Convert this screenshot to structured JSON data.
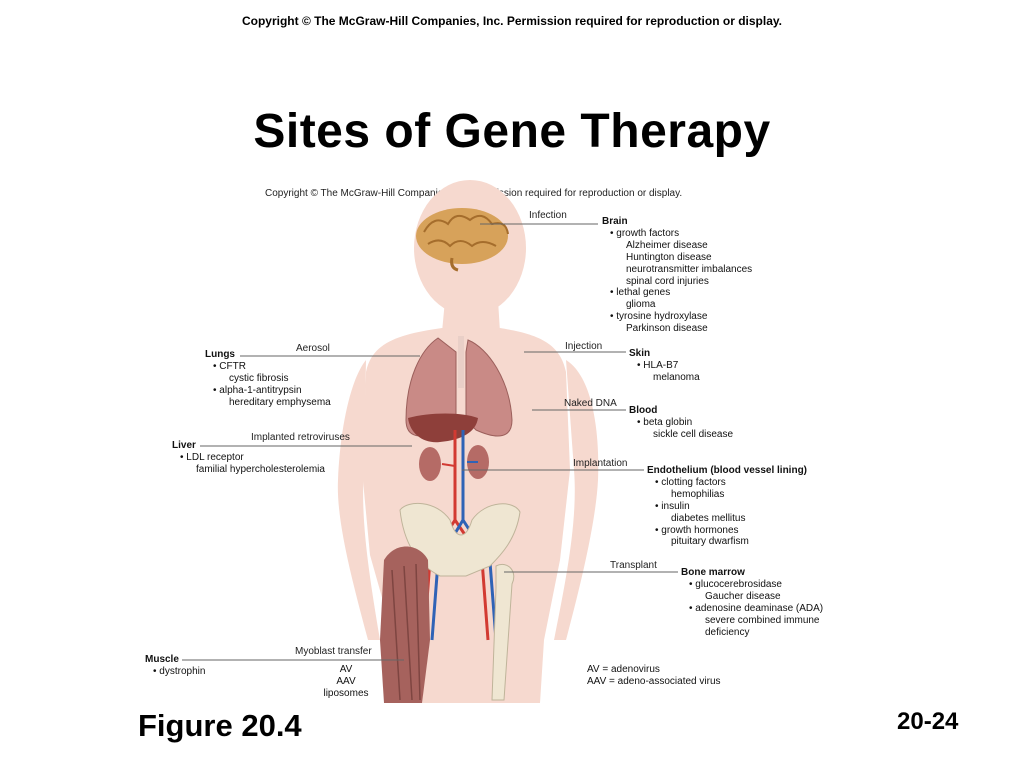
{
  "header": {
    "copyright": "Copyright  © The McGraw-Hill Companies, Inc.  Permission required for reproduction or display.",
    "title": "Sites of Gene Therapy"
  },
  "figure": {
    "copyright": "Copyright © The McGraw-Hill Companies, Inc. Permission required for reproduction or display."
  },
  "sites": {
    "brain": {
      "method": "Infection",
      "name": "Brain",
      "lines": [
        "• growth factors",
        "Alzheimer disease",
        "Huntington disease",
        "neurotransmitter imbalances",
        "spinal cord injuries",
        "• lethal genes",
        "glioma",
        "• tyrosine hydroxylase",
        "Parkinson disease"
      ]
    },
    "skin": {
      "method": "Injection",
      "name": "Skin",
      "lines": [
        "• HLA-B7",
        "melanoma"
      ]
    },
    "blood": {
      "method": "Naked DNA",
      "name": "Blood",
      "lines": [
        "• beta globin",
        "sickle cell disease"
      ]
    },
    "endothelium": {
      "method": "Implantation",
      "name": "Endothelium (blood vessel lining)",
      "lines": [
        "• clotting factors",
        "hemophilias",
        "• insulin",
        "diabetes mellitus",
        "• growth hormones",
        "pituitary dwarfism"
      ]
    },
    "bone_marrow": {
      "method": "Transplant",
      "name": "Bone marrow",
      "lines": [
        "• glucocerebrosidase",
        "Gaucher disease",
        "• adenosine deaminase (ADA)",
        "severe combined immune",
        "deficiency"
      ]
    },
    "lungs": {
      "method": "Aerosol",
      "name": "Lungs",
      "lines": [
        "• CFTR",
        "cystic fibrosis",
        "• alpha-1-antitrypsin",
        "hereditary emphysema"
      ]
    },
    "liver": {
      "method": "Implanted retroviruses",
      "name": "Liver",
      "lines": [
        "• LDL receptor",
        "familial hypercholesterolemia"
      ]
    },
    "muscle": {
      "method": "Myoblast transfer",
      "name": "Muscle",
      "lines": [
        "• dystrophin"
      ],
      "vectors": [
        "AV",
        "AAV",
        "liposomes"
      ]
    }
  },
  "legend": {
    "av": "AV = adenovirus",
    "aav": "AAV = adeno-associated virus"
  },
  "footer": {
    "figure_label": "Figure 20.4",
    "page_number": "20-24"
  },
  "colors": {
    "body_skin": "#f6d9cf",
    "organ": "#c98a86",
    "muscle": "#a6625d",
    "bone": "#efe6d2",
    "artery": "#d23a32",
    "vein": "#2f63b6",
    "brain": "#d7a25a"
  }
}
